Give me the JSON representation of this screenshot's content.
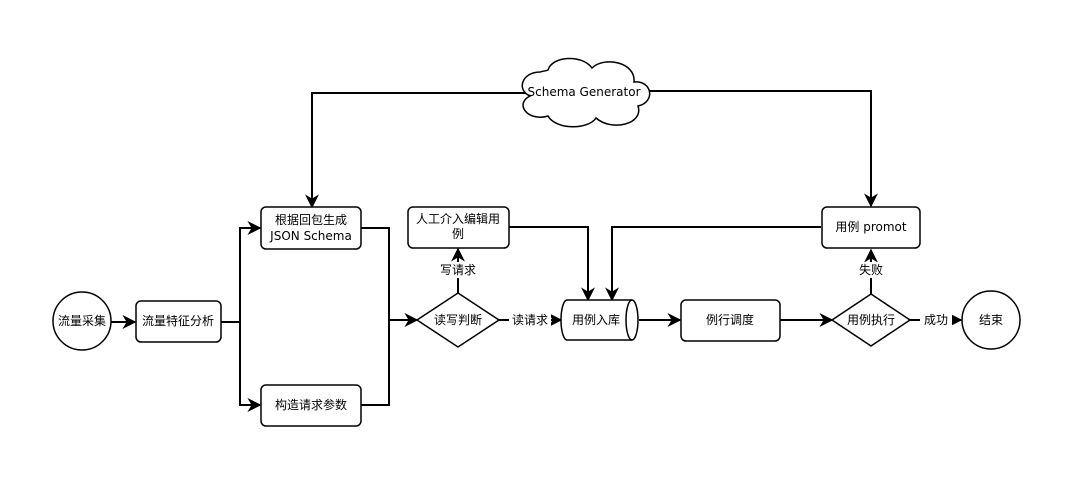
{
  "nodes": {
    "traffic_collect": {
      "label": "流量采集"
    },
    "traffic_analysis": {
      "label": "流量特征分析"
    },
    "schema_gen_line1": {
      "label": "根据回包生成"
    },
    "schema_gen_line2": {
      "label": "JSON Schema"
    },
    "build_params": {
      "label": "构造请求参数"
    },
    "rw_judge": {
      "label": "读写判断"
    },
    "manual_edit_line1": {
      "label": "人工介入编辑用"
    },
    "manual_edit_line2": {
      "label": "例"
    },
    "case_store": {
      "label": "用例入库"
    },
    "scheduler": {
      "label": "例行调度"
    },
    "case_exec": {
      "label": "用例执行"
    },
    "case_prompt": {
      "label": "用例 promot"
    },
    "end": {
      "label": "结束"
    },
    "schema_generator": {
      "label": "Schema Generator"
    }
  },
  "edges": {
    "write_request": "写请求",
    "read_request": "读请求",
    "success": "成功",
    "fail": "失败"
  },
  "colors": {
    "stroke": "#000000",
    "fill": "#ffffff"
  }
}
